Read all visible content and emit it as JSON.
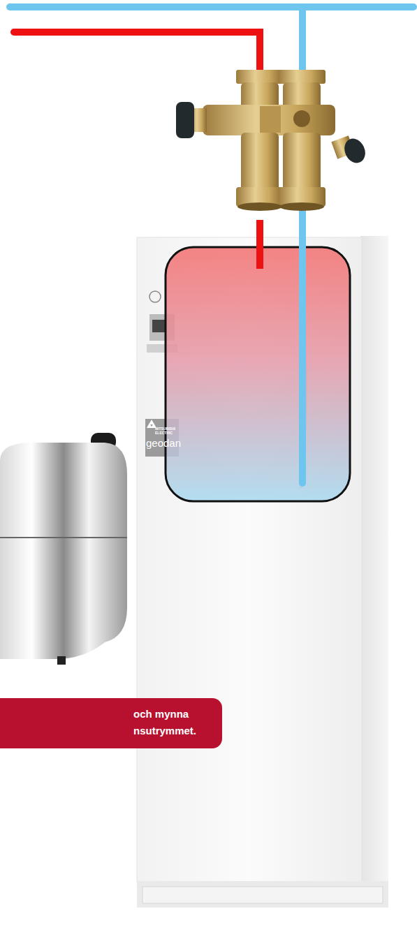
{
  "diagram": {
    "nodes": [
      {
        "text": [
          "och mynna nsutrymmet."
        ]
      }
    ],
    "labels": [
      "MITSUBISHI ELECTRIC",
      "geodan"
    ]
  }
}
